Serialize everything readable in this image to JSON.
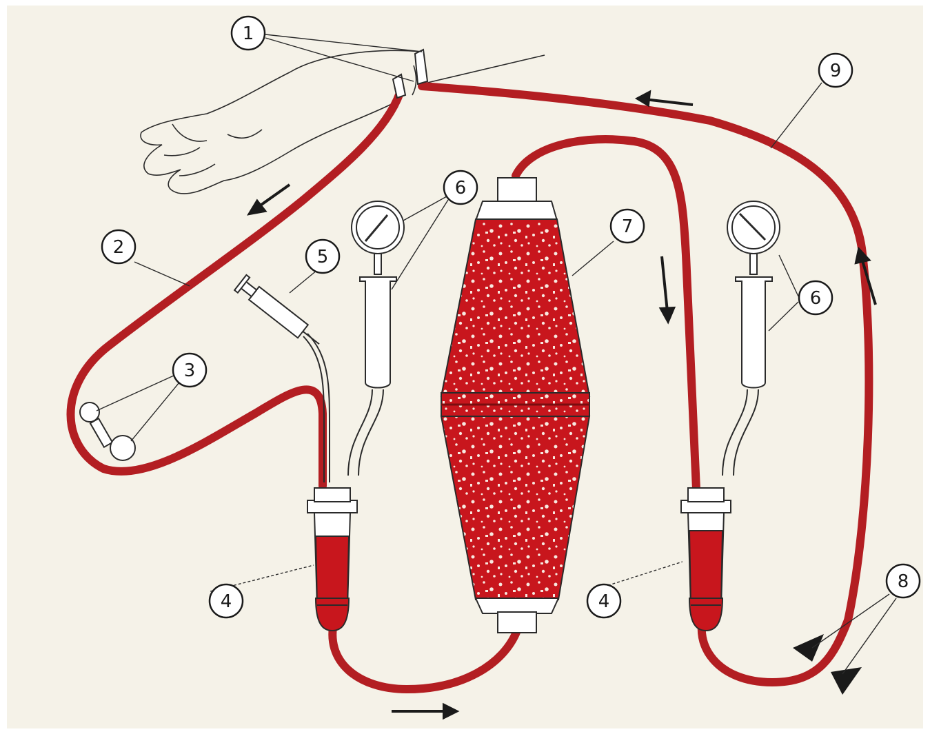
{
  "diagram": {
    "colors": {
      "background": "#f5f2e8",
      "tube": "#b31e22",
      "blood": "#c8161d",
      "outline": "#2a2a2a"
    },
    "callouts": [
      {
        "id": "c1",
        "label": "1"
      },
      {
        "id": "c2",
        "label": "2"
      },
      {
        "id": "c3",
        "label": "3"
      },
      {
        "id": "c4a",
        "label": "4"
      },
      {
        "id": "c4b",
        "label": "4"
      },
      {
        "id": "c5",
        "label": "5"
      },
      {
        "id": "c6a",
        "label": "6"
      },
      {
        "id": "c6b",
        "label": "6"
      },
      {
        "id": "c7",
        "label": "7"
      },
      {
        "id": "c8",
        "label": "8"
      },
      {
        "id": "c9",
        "label": "9"
      }
    ],
    "icons": [
      "forearm-icon",
      "pressure-gauge-icon",
      "syringe-icon",
      "drip-chamber-icon",
      "filter-cartridge-icon",
      "clamp-icon",
      "flow-arrow-icon"
    ]
  }
}
